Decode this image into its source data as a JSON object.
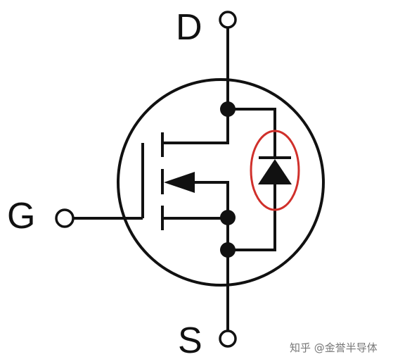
{
  "diagram": {
    "terminals": {
      "drain": "D",
      "gate": "G",
      "source": "S"
    },
    "highlight": {
      "component": "body-diode-icon",
      "color": "#d0302b"
    },
    "line_color": "#111111"
  },
  "watermark": {
    "text": "知乎 @金誉半导体"
  }
}
